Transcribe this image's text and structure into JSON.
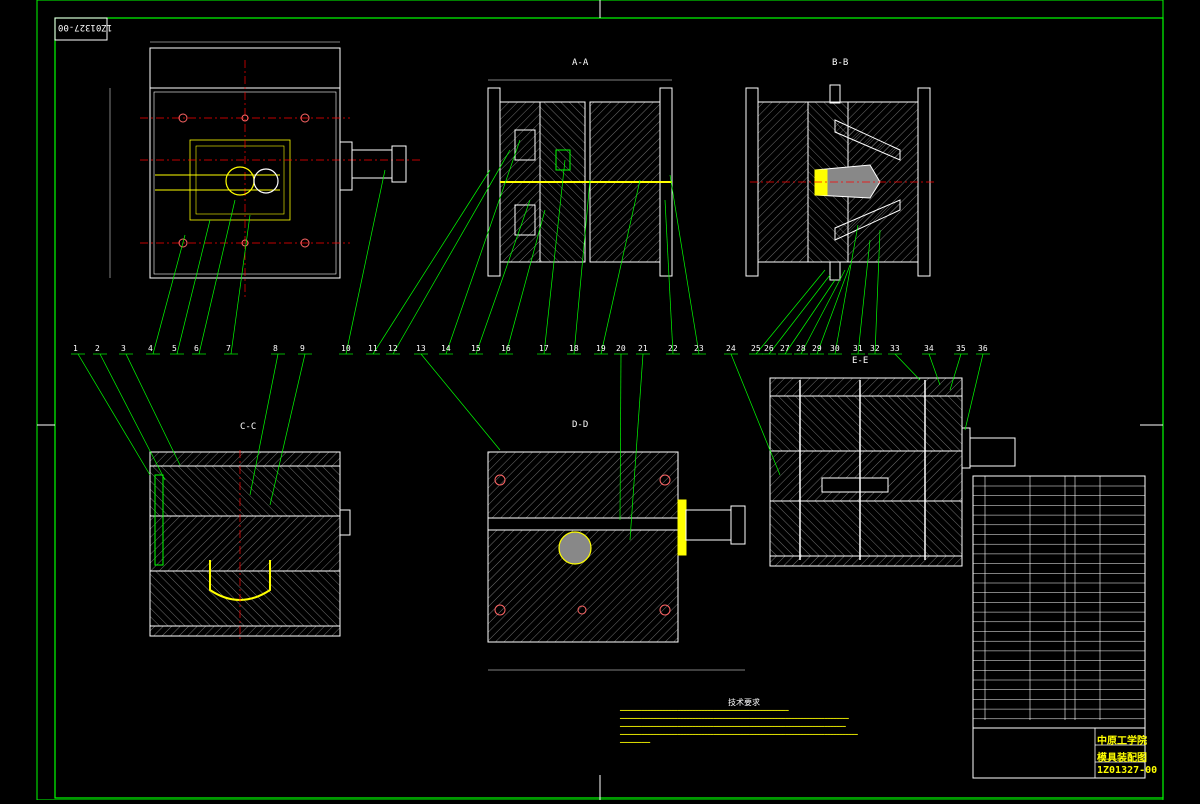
{
  "drawing": {
    "drawing_number": "1Z01327-00",
    "view_titles": {
      "aa": "A-A",
      "bb": "B-B",
      "cc": "C-C",
      "dd": "D-D",
      "ee": "E-E"
    },
    "balloon_numbers": [
      "1",
      "2",
      "3",
      "4",
      "5",
      "6",
      "7",
      "8",
      "9",
      "10",
      "11",
      "12",
      "13",
      "14",
      "15",
      "16",
      "17",
      "18",
      "19",
      "20",
      "21",
      "22",
      "23",
      "24",
      "25",
      "26",
      "27",
      "28",
      "29",
      "30",
      "31",
      "32",
      "33",
      "34",
      "35",
      "36"
    ],
    "technical_notes_title": "技术要求",
    "title_block": {
      "school": "中原工学院",
      "drawing_name": "模具装配图",
      "code": "1Z01327-00"
    },
    "colors": {
      "outline": "#ffffff",
      "leader": "#00ff00",
      "hatch": "#ffffff",
      "centerline": "#ff0000",
      "highlight": "#ffff00",
      "border": "#00ff00"
    }
  }
}
